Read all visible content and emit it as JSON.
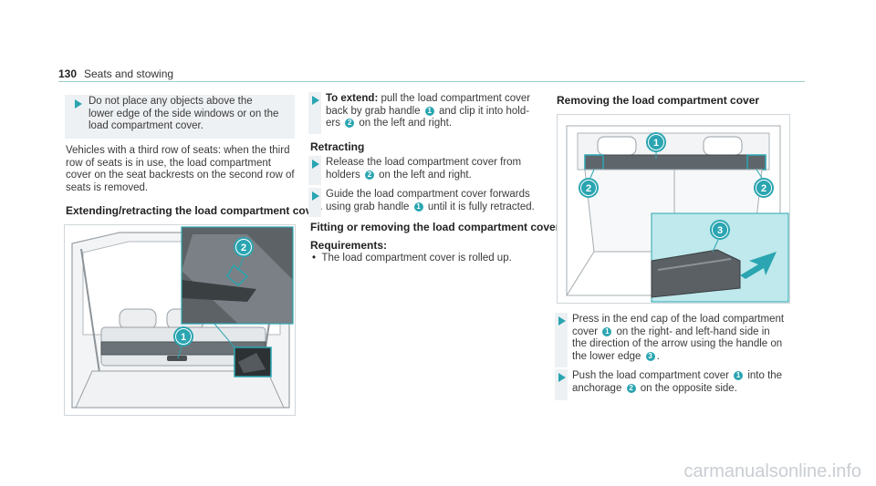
{
  "header": {
    "page_number": "130",
    "section": "Seats and stowing"
  },
  "left": {
    "note_lines": [
      "Do not place any objects above the",
      "lower edge of the side windows or on the",
      "load compartment cover."
    ],
    "intro_lines": [
      "Vehicles with a third row of seats: when the third",
      "row of seats is in use, the load compartment",
      "cover on the seat backrests on the second row of",
      "seats is removed."
    ],
    "heading": "Extending/retracting the load compartment cover",
    "figure_callouts": [
      "1",
      "2"
    ]
  },
  "middle": {
    "step1_label": "To extend:",
    "step1_l1": "pull the load compartment cover",
    "step1_l2a": "back by grab handle",
    "step1_l2b": "and clip it into hold-",
    "step1_l3a": "ers",
    "step1_l3b": "on the left and right.",
    "retracting_heading": "Retracting",
    "step2_l1": "Release the load compartment cover from",
    "step2_l2a": "holders",
    "step2_l2b": "on the left and right.",
    "step3_l1": "Guide the load compartment cover forwards",
    "step3_l2a": "using grab handle",
    "step3_l2b": "until it is fully retracted.",
    "fitting_heading": "Fitting or removing the load compartment cover",
    "requirements_label": "Requirements:",
    "requirement_item": "The load compartment cover is rolled up."
  },
  "right": {
    "heading": "Removing the load compartment cover",
    "figure_callouts": [
      "1",
      "2",
      "2",
      "3"
    ],
    "step1_l1": "Press in the end cap of the load compartment",
    "step1_l2a": "cover",
    "step1_l2b": "on the right- and left-hand side in",
    "step1_l3": "the direction of the arrow using the handle on",
    "step1_l4a": "the lower edge",
    "step1_l4b": ".",
    "step2_l1a": "Push the load compartment cover",
    "step2_l1b": "into the",
    "step2_l2a": "anchorage",
    "step2_l2b": "on the opposite side."
  },
  "callouts": {
    "one": "1",
    "two": "2",
    "three": "3"
  },
  "watermark": "carmanualsonline.info",
  "colors": {
    "accent": "#2aa5b1",
    "rule": "#9bd0c9",
    "note_bg": "#eef1f3",
    "highlight": "#bfe9ec"
  }
}
